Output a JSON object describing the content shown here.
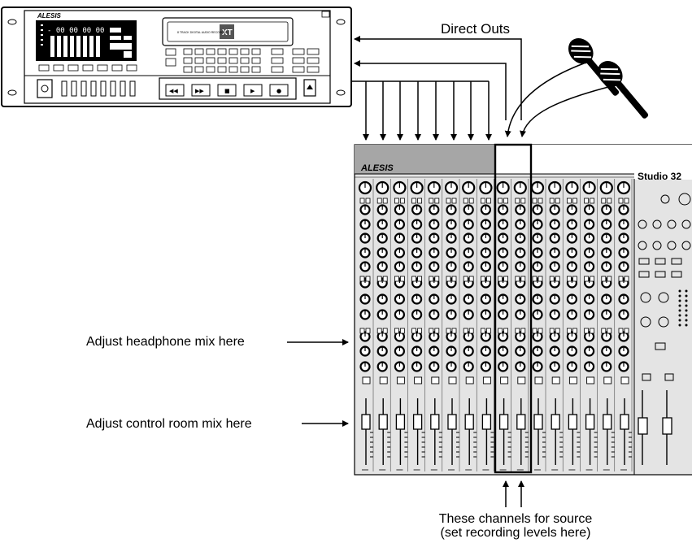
{
  "labels": {
    "direct_outs": "Direct Outs",
    "headphone_mix": "Adjust headphone mix here",
    "control_room_mix": "Adjust control room mix here",
    "source_line1": "These channels for source",
    "source_line2": "(set recording levels here)"
  },
  "recorder": {
    "brand": "ALESIS",
    "model_badge": "XT"
  },
  "mixer": {
    "brand": "ALESIS",
    "model": "Studio 32"
  }
}
